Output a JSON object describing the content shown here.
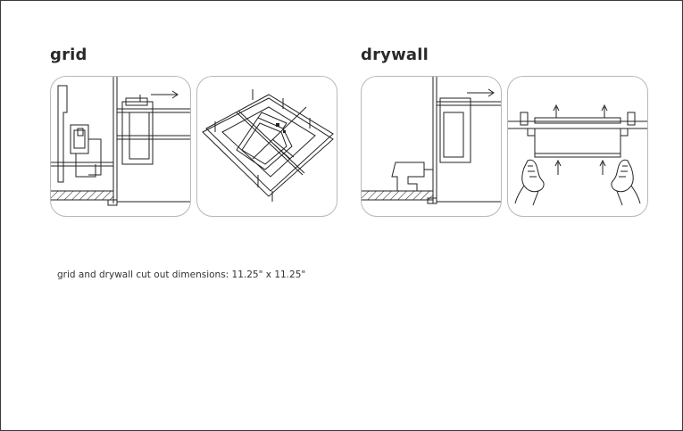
{
  "headings": {
    "grid": "grid",
    "drywall": "drywall"
  },
  "illustrations": [
    {
      "icon": "grid-mount-side-section-icon",
      "group": "grid"
    },
    {
      "icon": "grid-ceiling-tile-perspective-icon",
      "group": "grid"
    },
    {
      "icon": "drywall-mount-side-section-icon",
      "group": "drywall"
    },
    {
      "icon": "drywall-hands-installing-icon",
      "group": "drywall"
    }
  ],
  "caption": "grid and drywall cut out dimensions: 11.25\" x 11.25\""
}
